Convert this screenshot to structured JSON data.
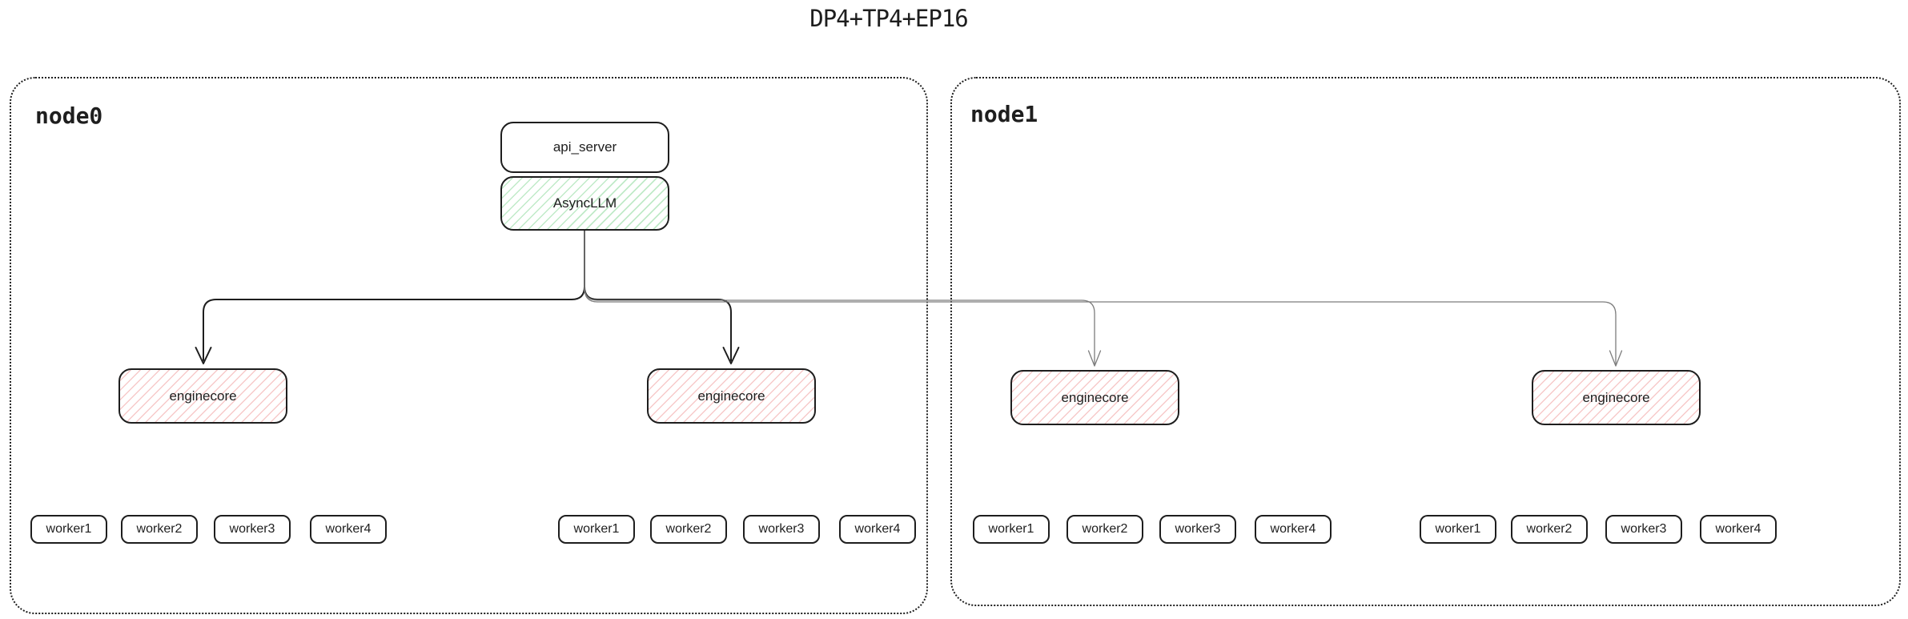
{
  "title": "DP4+TP4+EP16",
  "nodes": [
    {
      "label": "node0"
    },
    {
      "label": "node1"
    }
  ],
  "boxes": {
    "api_server": "api_server",
    "asyncllm": "AsyncLLM",
    "enginecore": "enginecore"
  },
  "worker_labels": [
    "worker1",
    "worker2",
    "worker3",
    "worker4"
  ],
  "connections": [
    {
      "from": "AsyncLLM",
      "to": "enginecore (node0, left)",
      "style": "black"
    },
    {
      "from": "AsyncLLM",
      "to": "enginecore (node0, right)",
      "style": "black"
    },
    {
      "from": "AsyncLLM",
      "to": "enginecore (node1, left)",
      "style": "gray-thin"
    },
    {
      "from": "AsyncLLM",
      "to": "enginecore (node1, right)",
      "style": "gray-thin"
    }
  ],
  "colors": {
    "stroke": "#1e1e1e",
    "arrow_primary": "#1e1e1e",
    "arrow_secondary": "#7d7d7d",
    "green_hatch": "#40c057",
    "red_hatch": "#e03131",
    "background": "#ffffff"
  }
}
